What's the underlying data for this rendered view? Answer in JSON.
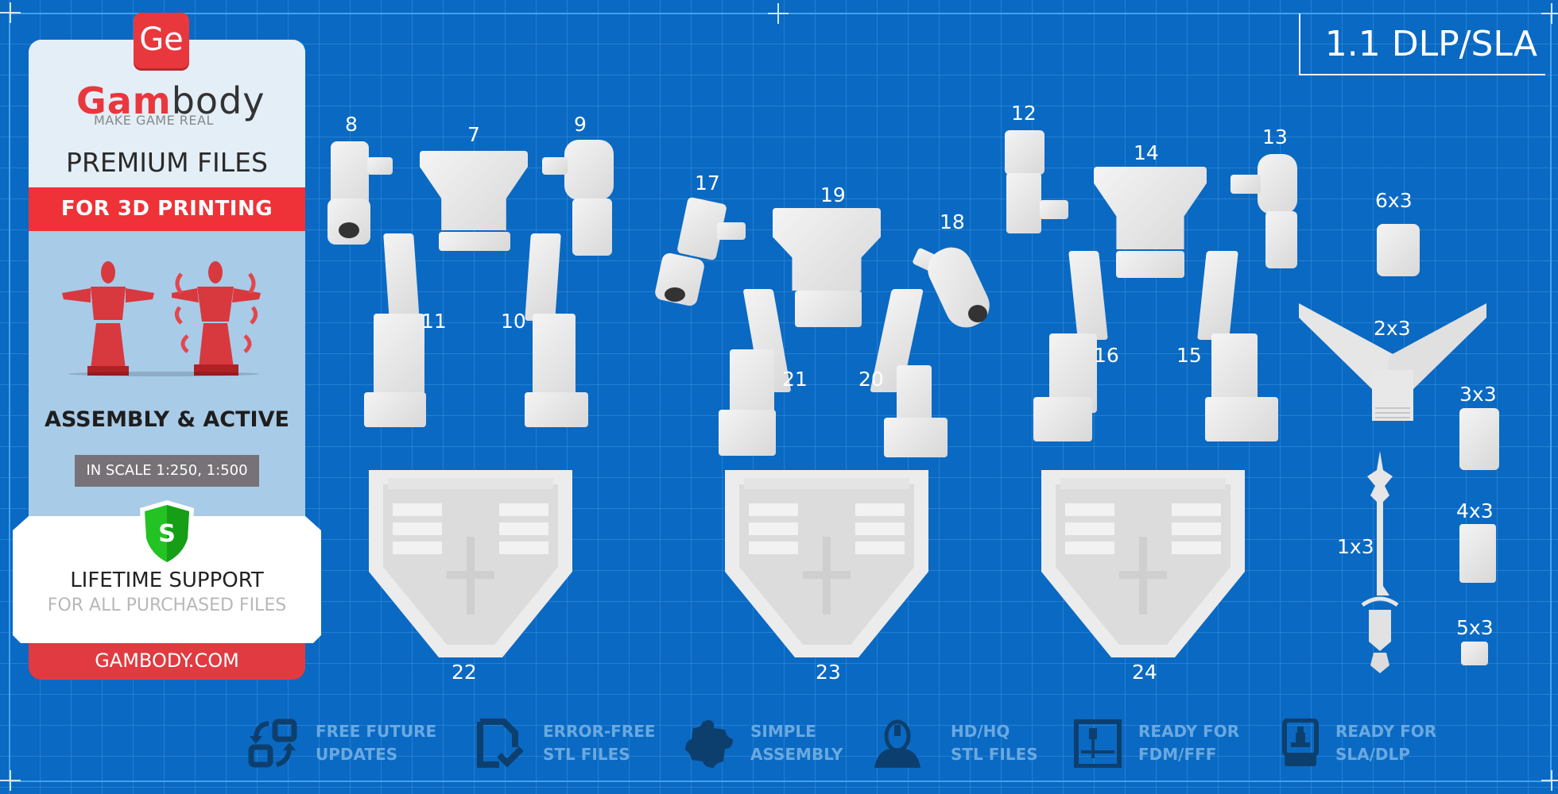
{
  "promo_panel": {
    "logo_badge": "Ge",
    "brand_primary": "Gam",
    "brand_secondary": "body",
    "tagline": "MAKE GAME REAL",
    "headline": "PREMIUM FILES",
    "strip": "FOR 3D PRINTING",
    "feature_title": "ASSEMBLY & ACTIVE",
    "scale_badge": "IN SCALE 1:250, 1:500",
    "support_badge": "S",
    "support_title": "LIFETIME SUPPORT",
    "support_subtitle": "FOR ALL PURCHASED FILES",
    "footer_link": "GAMBODY.COM",
    "colors": {
      "brand_red": "#ee3238",
      "panel_light": "#e4eef7",
      "panel_blue": "#a8cbe8",
      "scale_gray": "#777277",
      "shield_green": "#1aa31a"
    }
  },
  "title": "1.1 DLP/SLA",
  "parts": {
    "set_a": {
      "torso": "7",
      "arm_left": "8",
      "arm_right": "9",
      "leg_right": "10",
      "leg_left": "11"
    },
    "set_b": {
      "arm_a": "12",
      "arm_b": "13",
      "torso": "14",
      "leg_right": "15",
      "leg_left": "16"
    },
    "set_c": {
      "arm_left": "17",
      "arm_right": "18",
      "torso": "19",
      "leg_right": "20",
      "leg_left": "21"
    },
    "shields": [
      "22",
      "23",
      "24"
    ],
    "extras": {
      "head": "6x3",
      "wings": "2x3",
      "piece_3": "3x3",
      "sword": "1x3",
      "piece_4": "4x3",
      "piece_5": "5x3"
    }
  },
  "features": [
    {
      "icon": "refresh-squares-icon",
      "line1": "FREE FUTURE",
      "line2": "UPDATES"
    },
    {
      "icon": "file-check-icon",
      "line1": "ERROR-FREE",
      "line2": "STL FILES"
    },
    {
      "icon": "puzzle-piece-icon",
      "line1": "SIMPLE",
      "line2": "ASSEMBLY"
    },
    {
      "icon": "helmet-bust-icon",
      "line1": "HD/HQ",
      "line2": "STL FILES"
    },
    {
      "icon": "fdm-printer-icon",
      "line1": "READY FOR",
      "line2": "FDM/FFF"
    },
    {
      "icon": "sla-printer-icon",
      "line1": "READY FOR",
      "line2": "SLA/DLP"
    }
  ],
  "colors": {
    "background": "#0a69c2",
    "grid": "#3fa2f0",
    "feature_icon": "#0d3f6e",
    "feature_text": "#6aa9e0"
  }
}
